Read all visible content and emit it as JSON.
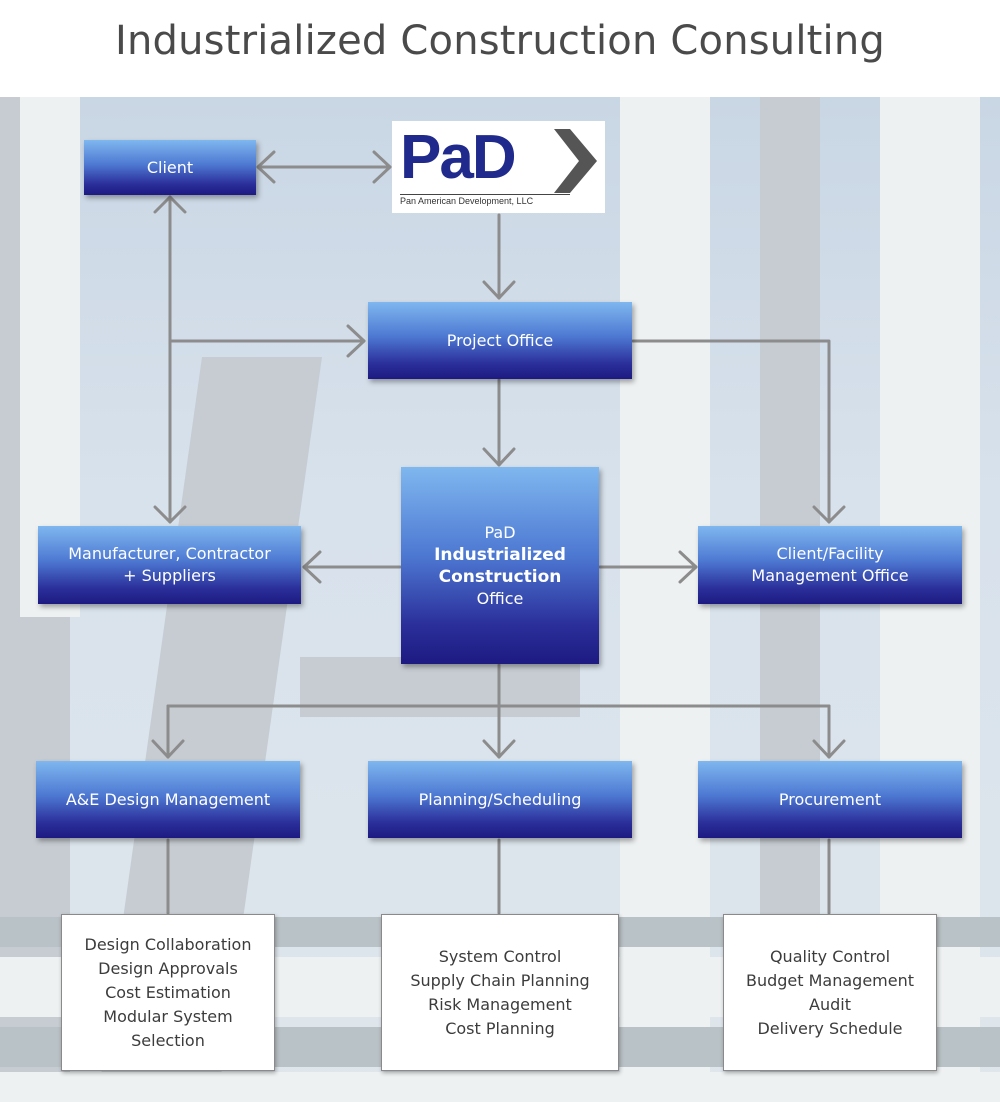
{
  "header": {
    "title": "Industrialized Construction Consulting"
  },
  "logo": {
    "wordmark": "PaD",
    "company": "Pan American Development, LLC"
  },
  "nodes": {
    "client": "Client",
    "project_office": "Project Office",
    "center": {
      "line1": "PaD",
      "line2": "Industrialized",
      "line3": "Construction",
      "line4": "Office"
    },
    "manufacturer": {
      "line1": "Manufacturer, Contractor",
      "line2": "+ Suppliers"
    },
    "facility": {
      "line1": "Client/Facility",
      "line2": "Management Office"
    },
    "ae": "A&E Design Management",
    "planning": "Planning/Scheduling",
    "procurement": "Procurement"
  },
  "details": {
    "ae": [
      "Design Collaboration",
      "Design Approvals",
      "Cost Estimation",
      "Modular System",
      "Selection"
    ],
    "planning": [
      "System Control",
      "Supply Chain Planning",
      "Risk Management",
      "Cost Planning"
    ],
    "procurement": [
      "Quality Control",
      "Budget Management",
      "Audit",
      "Delivery Schedule"
    ]
  },
  "colors": {
    "box_top": "#7fb7ef",
    "box_bottom": "#1d1a82",
    "connector": "#8c8c8c",
    "title": "#4a4a4a"
  }
}
